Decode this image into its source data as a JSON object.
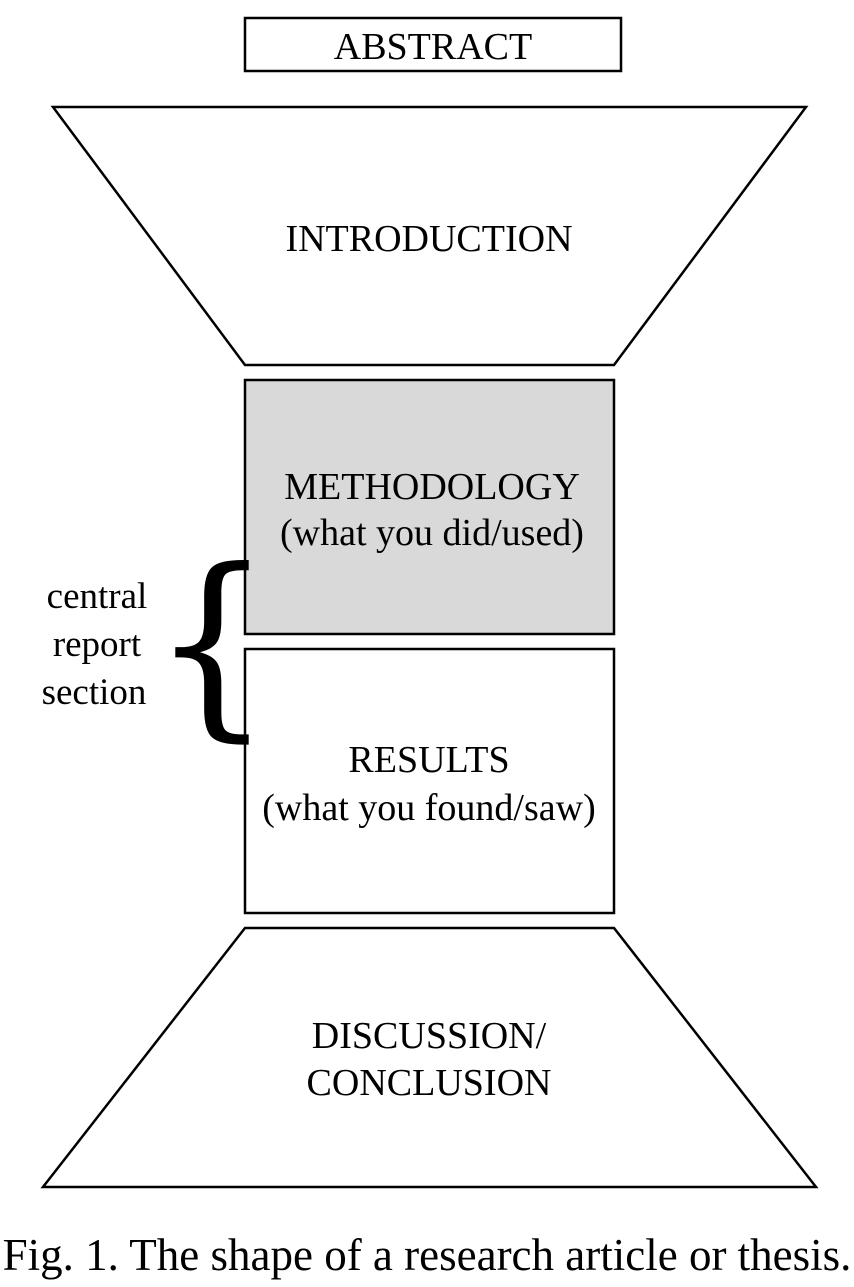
{
  "diagram": {
    "abstract": {
      "label": "ABSTRACT"
    },
    "introduction": {
      "label": "INTRODUCTION"
    },
    "methodology": {
      "title": "METHODOLOGY",
      "subtitle": "(what you did/used)",
      "fill": "#d9d9d9"
    },
    "results": {
      "title": "RESULTS",
      "subtitle": "(what you found/saw)"
    },
    "discussion": {
      "line1": "DISCUSSION/",
      "line2": "CONCLUSION"
    },
    "central_label": {
      "line1": "central",
      "line2": "report",
      "line3": "section"
    },
    "brace_symbol": "{"
  },
  "caption": "Fig. 1. The shape of a research article or thesis."
}
